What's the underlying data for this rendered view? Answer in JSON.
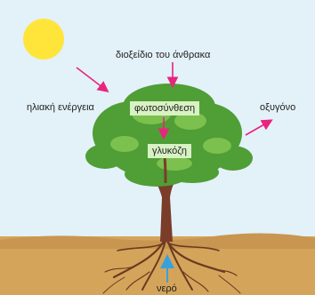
{
  "diagram": {
    "labels": {
      "carbon_dioxide": "διοξείδιο του άνθρακα",
      "solar_energy": "ηλιακή ενέργεια",
      "photosynthesis": "φωτοσύνθεση",
      "oxygen": "οξυγόνο",
      "glucose": "γλυκόζη",
      "water": "νερό"
    },
    "colors": {
      "sky": "#e3f1f8",
      "sun": "#ffe53a",
      "soil": "#d4a45a",
      "canopy": "#4f9e36",
      "canopy_light": "#7cc04e",
      "trunk": "#7a3d2a",
      "roots": "#6b3a22",
      "input_arrow": "#e8247f",
      "water_arrow": "#3aa0dd",
      "label_box": "#d8f2c4"
    }
  }
}
